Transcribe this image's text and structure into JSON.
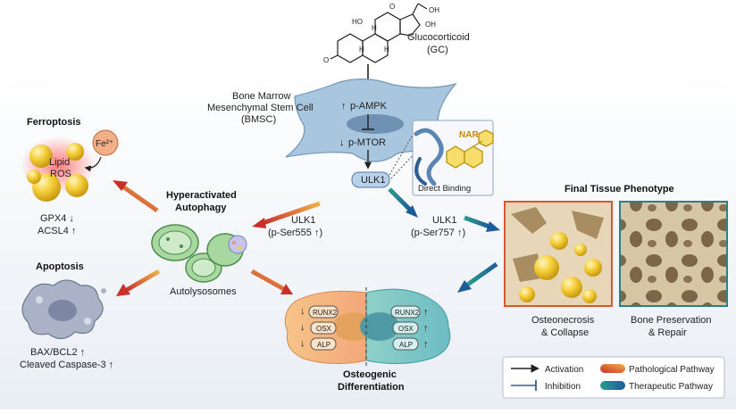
{
  "gc": {
    "label_1": "Glucocorticoid",
    "label_2": "(GC)",
    "ho": "HO",
    "oh": "OH",
    "o_top": "O",
    "oh_side": "OH",
    "o_left": "O",
    "h1": "H",
    "h2": "H",
    "h3": "H"
  },
  "bmsc": {
    "line1": "Bone Marrow",
    "line2": "Mesenchymal Stem Cell",
    "line3": "(BMSC)"
  },
  "signals": {
    "ampk": "p-AMPK",
    "mtor": "p-MTOR",
    "ulk1": "ULK1",
    "up": "↑",
    "down": "↓"
  },
  "nar": {
    "label": "NAR",
    "caption": "Direct Binding"
  },
  "ferroptosis": {
    "title": "Ferroptosis",
    "ros_1": "Lipid",
    "ros_2": "ROS",
    "fe": "Fe²⁺",
    "marker_1": "GPX4 ↓",
    "marker_2": "ACSL4 ↑"
  },
  "autophagy": {
    "title_1": "Hyperactivated",
    "title_2": "Autophagy",
    "caption": "Autolysosomes"
  },
  "apoptosis": {
    "title": "Apoptosis",
    "marker_1": "BAX/BCL2 ↑",
    "marker_2": "Cleaved Caspase-3 ↑"
  },
  "path_left": {
    "line1": "ULK1",
    "line2": "(p-Ser555 ↑)"
  },
  "path_right": {
    "line1": "ULK1",
    "line2": "(p-Ser757 ↑)"
  },
  "osteo": {
    "left_markers": [
      "RUNX2",
      "OSX",
      "ALP"
    ],
    "right_markers": [
      "RUNX2",
      "OSX",
      "ALP"
    ],
    "title_1": "Osteogenic",
    "title_2": "Differentiation"
  },
  "phenotype": {
    "title": "Final Tissue Phenotype",
    "left_1": "Osteonecrosis",
    "left_2": "& Collapse",
    "right_1": "Bone Preservation",
    "right_2": "& Repair"
  },
  "legend": {
    "activation": "Activation",
    "inhibition": "Inhibition",
    "pathological": "Pathological Pathway",
    "therapeutic": "Therapeutic Pathway"
  },
  "colors": {
    "pathological": "#d94a32",
    "therapeutic": "#1f6f9b",
    "cell_blue": "#a9c6df",
    "ferroptosis_yellow": "#f1c232",
    "autophagy_green": "#8cc78a",
    "apoptosis_gray": "#9aa3b8"
  }
}
